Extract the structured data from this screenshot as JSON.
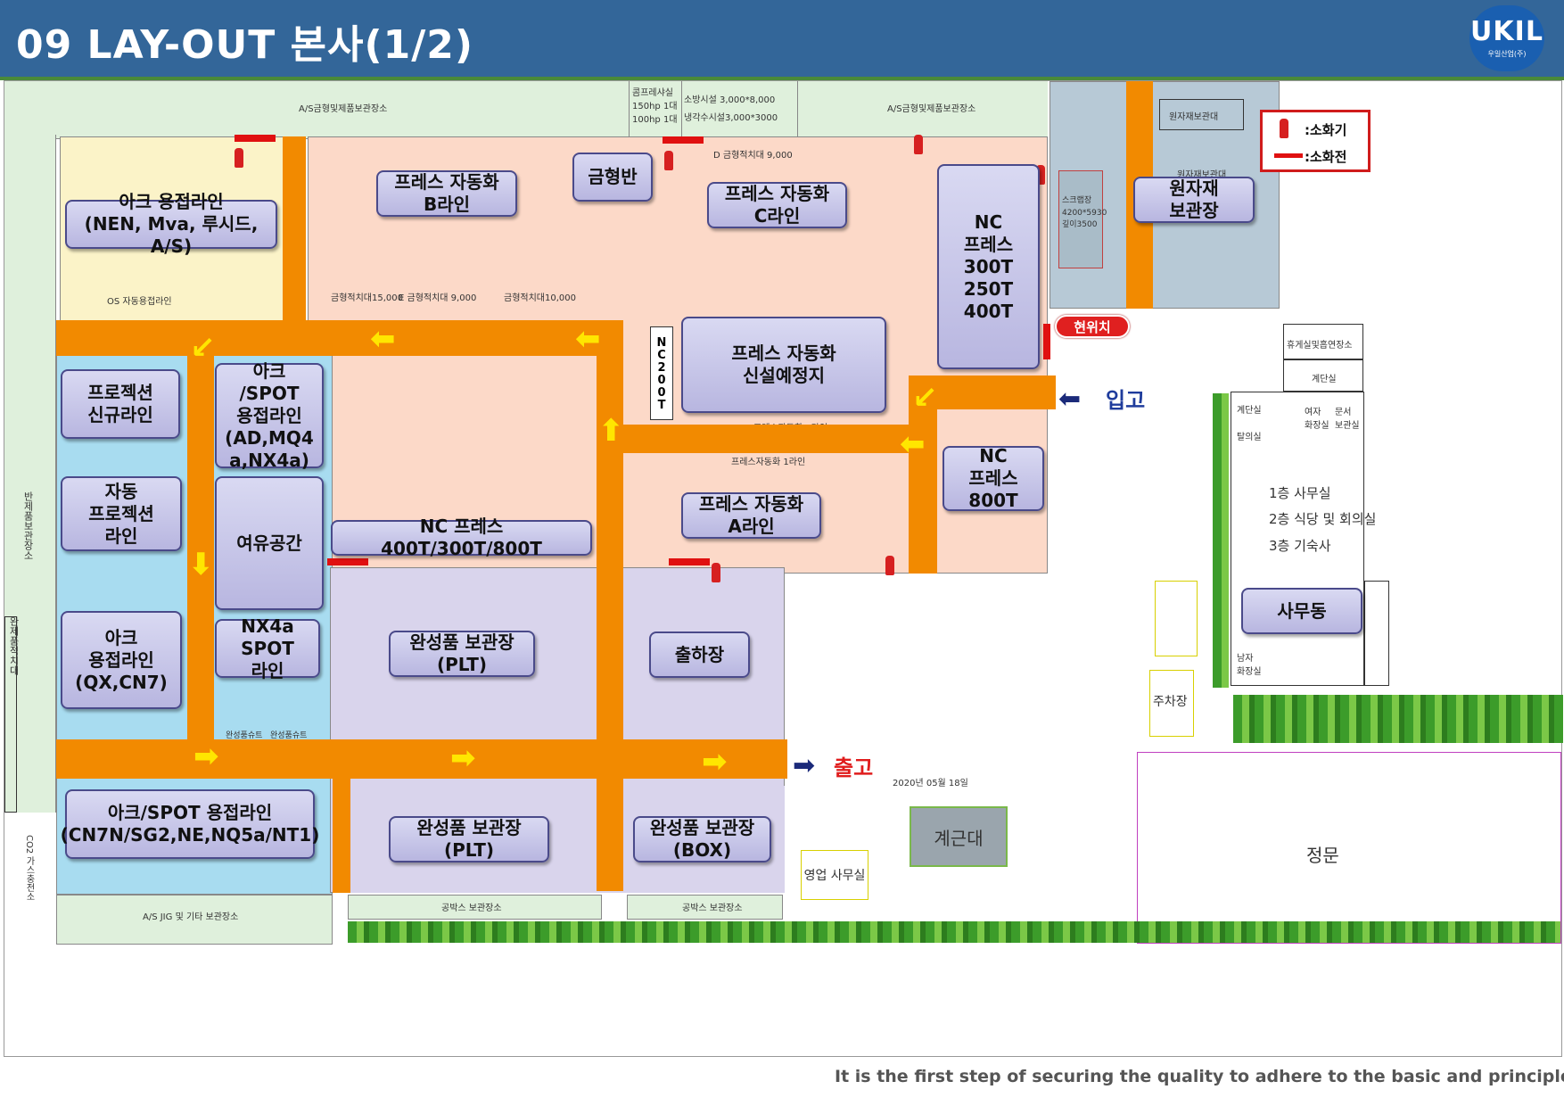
{
  "header": {
    "title": "09   LAY-OUT 본사(1/2)",
    "logo_text": "UKIL",
    "logo_sub": "우일산업(주)",
    "bg_color": "#336699"
  },
  "legend": {
    "extinguisher_label": ":소화기",
    "hydrant_label": ":소화전"
  },
  "labels": {
    "arc_weld_top": "아크 용접라인\n(NEN, Mva, 루시드, A/S)",
    "press_b": "프레스 자동화\nB라인",
    "mold_shop": "금형반",
    "press_c": "프레스 자동화\nC라인",
    "nc_press_big": "NC\n프레스\n300T\n250T\n400T",
    "raw_material": "원자재\n보관장",
    "current_location": "현위치",
    "projection_new": "프로젝션\n신규라인",
    "arc_spot_mid": "아크\n/SPOT\n용접라인\n(AD,MQ4\na,NX4a)",
    "nc200t": "NC200T",
    "press_new": "프레스 자동화\n신설예정지",
    "inbound": "입고",
    "auto_projection": "자동\n프로젝션\n라인",
    "spare_space": "여유공간",
    "nc_press_row": "NC 프레스 400T/300T/800T",
    "press_a": "프레스 자동화\nA라인",
    "nc_800t": "NC\n프레스\n800T",
    "arc_weld_qx": "아크\n용접라인\n(QX,CN7)",
    "nx4a_spot": "NX4a\nSPOT\n라인",
    "finished_plt_1": "완성품 보관장\n(PLT)",
    "shipping": "출하장",
    "office_bldg": "사무동",
    "outbound": "출고",
    "arc_spot_bottom": "아크/SPOT 용접라인\n(CN7N/SG2,NE,NQ5a/NT1)",
    "finished_plt_2": "완성품 보관장\n(PLT)",
    "finished_box": "완성품 보관장\n(BOX)",
    "weighbridge": "계근대",
    "main_gate": "정문",
    "sales_office": "영업 사무실",
    "parking": "주차장"
  },
  "small_labels": {
    "as_storage_left": "A/S금형및제품보관장소",
    "as_storage_right": "A/S금형및제품보관장소",
    "compressor": "콤프레샤실\n150hp 1대\n100hp 1대",
    "fire_facility": "소방시설 3,000*8,000\n냉각수시설3,000*3000",
    "raw_storage": "원자재보관대",
    "raw_storage2": "원자재보관대",
    "scrap_yard": "스크랩장\n4200*5930\n깊이3500",
    "rest_room": "휴게실및흡연장소",
    "stairs": "계단실",
    "stairs2": "계단실",
    "shower": "탈의실",
    "female_wc": "여자\n화장실",
    "docs": "문서\n보관실",
    "male_wc": "남자\n화장실",
    "office_floors": "1층 사무실\n2층 식당 및 회의실\n3층 기숙사",
    "date_text": "2020년 05월 18일",
    "as_jig": "A/S JIG 및 기타 보관장소",
    "empty_box_1": "공박스 보관장소",
    "empty_box_2": "공박스 보관장소",
    "co2": "CO2 가스충전소",
    "press_line_2": "프레스자동화 2라인",
    "press_line_1": "프레스자동화 1라인",
    "mold_rack_1": "금형적치대15,000",
    "mold_rack_2": "E 금형적치대 9,000",
    "mold_rack_3": "금형적치대10,000",
    "mold_rack_d": "D 금형적치대 9,000",
    "finished_chute_1": "완성품슈트",
    "finished_chute_2": "완성품슈트",
    "os_line": "OS 자동용접라인",
    "parking_small": "주차장"
  },
  "colors": {
    "road": "#f28a00",
    "press_zone": "#fcd9c8",
    "weld_zone": "#fbf3c8",
    "blue_zone": "#a8dcf0",
    "storage_zone": "#d9d4ec",
    "green_zone": "#dff0dc",
    "raw_zone": "#b7c9d6"
  },
  "footer": {
    "tagline": "It is the first step of securing the quality to adhere to the basic and principles."
  }
}
